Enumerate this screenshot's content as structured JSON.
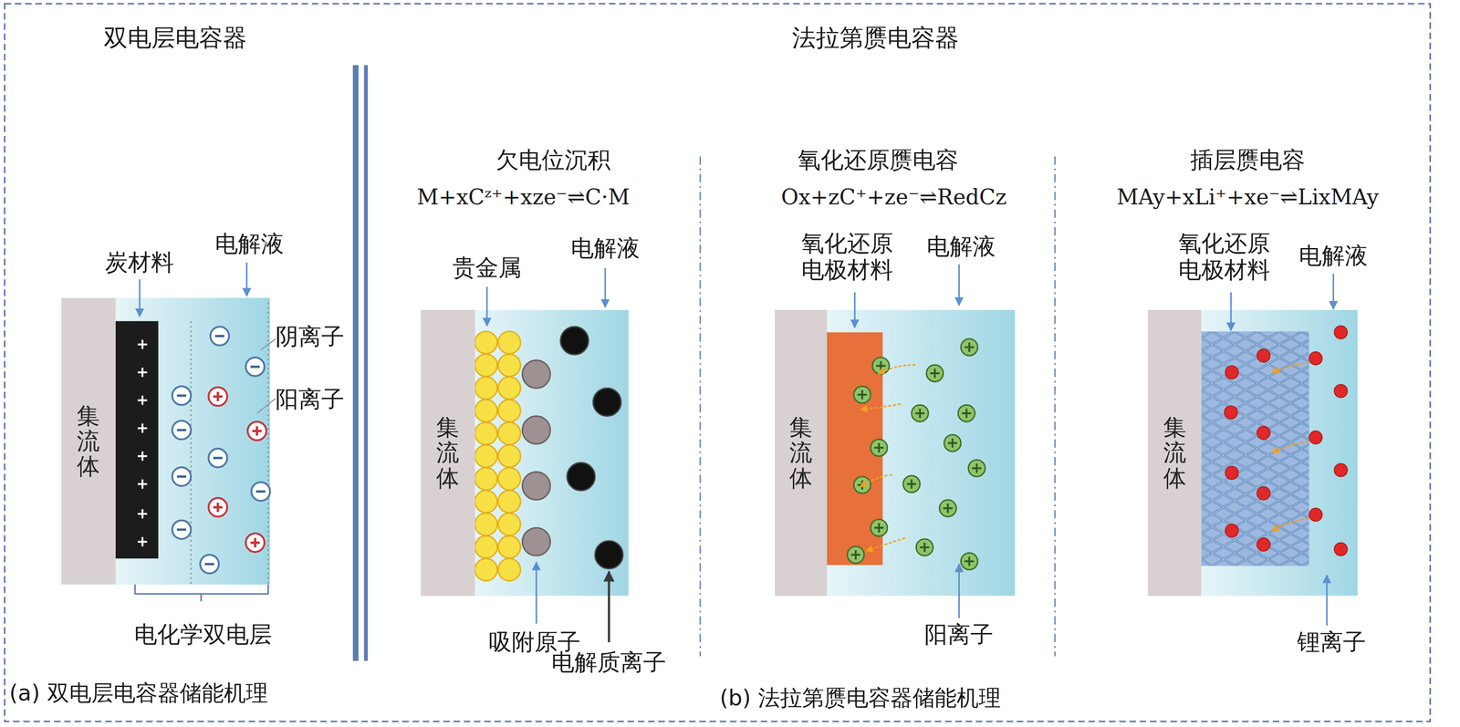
{
  "diagram": {
    "nodes": [
      {
        "text": [
          "集流体"
        ]
      },
      {
        "text": [
          "集流体"
        ]
      },
      {
        "text": [
          "集流体"
        ]
      },
      {
        "text": [
          "集流体"
        ]
      }
    ],
    "labels": [
      "双电层电容器",
      "法拉第赝电容器",
      "炭材料",
      "电解液",
      "阴离子",
      "阳离子",
      "电化学双电层",
      "欠电位沉积",
      "M+xCᶻ⁺+xze⁻⇌C·M",
      "贵金属",
      "电解液",
      "吸附原子",
      "电解质离子",
      "氧化还原赝电容",
      "Ox+zC⁺+ze⁻⇌RedCz",
      "氧化还原 电极材料",
      "电解液",
      "阳离子",
      "插层赝电容",
      "MAy+xLi⁺+xe⁻⇌LixMAy",
      "氧化还原 电极材料",
      "电解液",
      "锂离子",
      "(a) 双电层电容器储能机理",
      "(b) 法拉第赝电容器储能机理"
    ]
  }
}
